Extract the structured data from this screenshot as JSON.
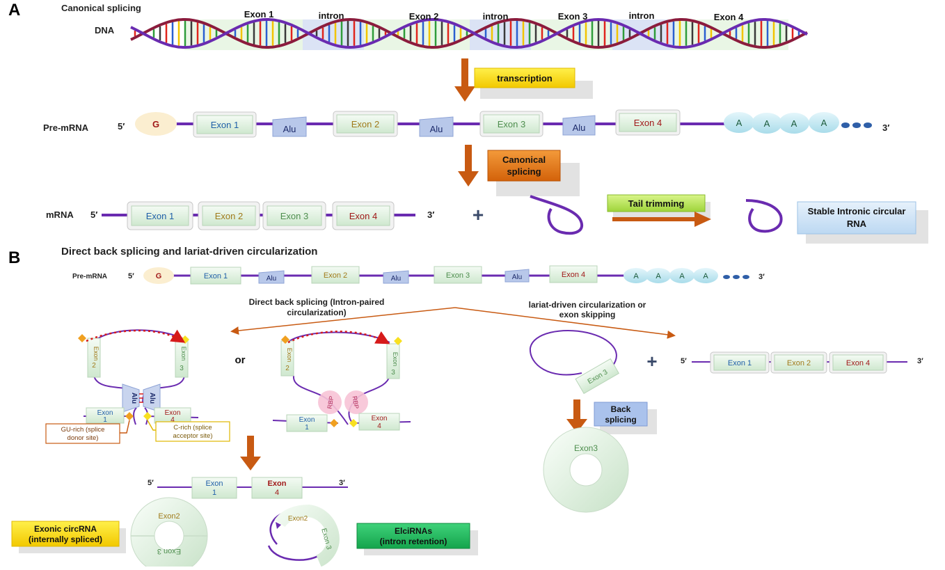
{
  "panel_a": {
    "letter": "A",
    "title": "Canonical splicing",
    "dna_label": "DNA",
    "dna_regions": [
      "Exon 1",
      "intron",
      "Exon 2",
      "intron",
      "Exon 3",
      "intron",
      "Exon 4"
    ],
    "transcription": "transcription",
    "pre_mrna": {
      "label": "Pre-mRNA",
      "five": "5′",
      "three": "3′",
      "cap": "G",
      "exons": [
        "Exon 1",
        "Exon 2",
        "Exon 3",
        "Exon 4"
      ],
      "alu": "Alu",
      "polya": "A"
    },
    "canonical_splicing": "Canonical splicing",
    "mrna": {
      "label": "mRNA",
      "five": "5′",
      "three": "3′",
      "exons": [
        "Exon 1",
        "Exon 2",
        "Exon 3",
        "Exon 4"
      ]
    },
    "plus": "+",
    "tail_trimming": "Tail trimming",
    "stable_intronic": "Stable Intronic circular RNA"
  },
  "panel_b": {
    "letter": "B",
    "title": "Direct back splicing and lariat-driven circularization",
    "pre_mrna": {
      "label": "Pre-mRNA",
      "five": "5′",
      "three": "3′",
      "cap": "G",
      "exons": [
        "Exon 1",
        "Exon 2",
        "Exon 3",
        "Exon 4"
      ],
      "alu": "Alu",
      "polya": "A"
    },
    "direct_back": "Direct back splicing (Intron-paired circularization)",
    "lariat": "lariat-driven circularization or exon skipping",
    "or": "or",
    "exon_word": "Exon",
    "num1": "1",
    "num2": "2",
    "num3": "3",
    "num4": "4",
    "alu": "Alu",
    "rbp": "RBP",
    "gu_rich": "GU-rich (splice donor site)",
    "c_rich": "C-rich (splice acceptor site)",
    "exon3": "Exon 3",
    "plus": "+",
    "skip_mrna": {
      "five": "5′",
      "three": "3′",
      "exons": [
        "Exon 1",
        "Exon 2",
        "Exon 4"
      ]
    },
    "back_splicing": "Back splicing",
    "exon3_ring": "Exon3",
    "bottom_five": "5′",
    "bottom_three": "3′",
    "exonic_circ": "Exonic circRNA (internally spliced)",
    "ring_exon2": "Exon2",
    "ring_exon3": "Exon 3",
    "elcirnas": "ElciRNAs (intron retention)"
  },
  "colors": {
    "purple": "#6a2bb0",
    "orange_arrow": "#c85a12",
    "exon_fill": "#dcf0dc",
    "alu_fill": "#b8c8ea",
    "exon1_text": "#1f5fa8",
    "exon2_text": "#a07a1a",
    "exon3_text": "#4e8e4e",
    "exon4_text": "#a01818"
  }
}
